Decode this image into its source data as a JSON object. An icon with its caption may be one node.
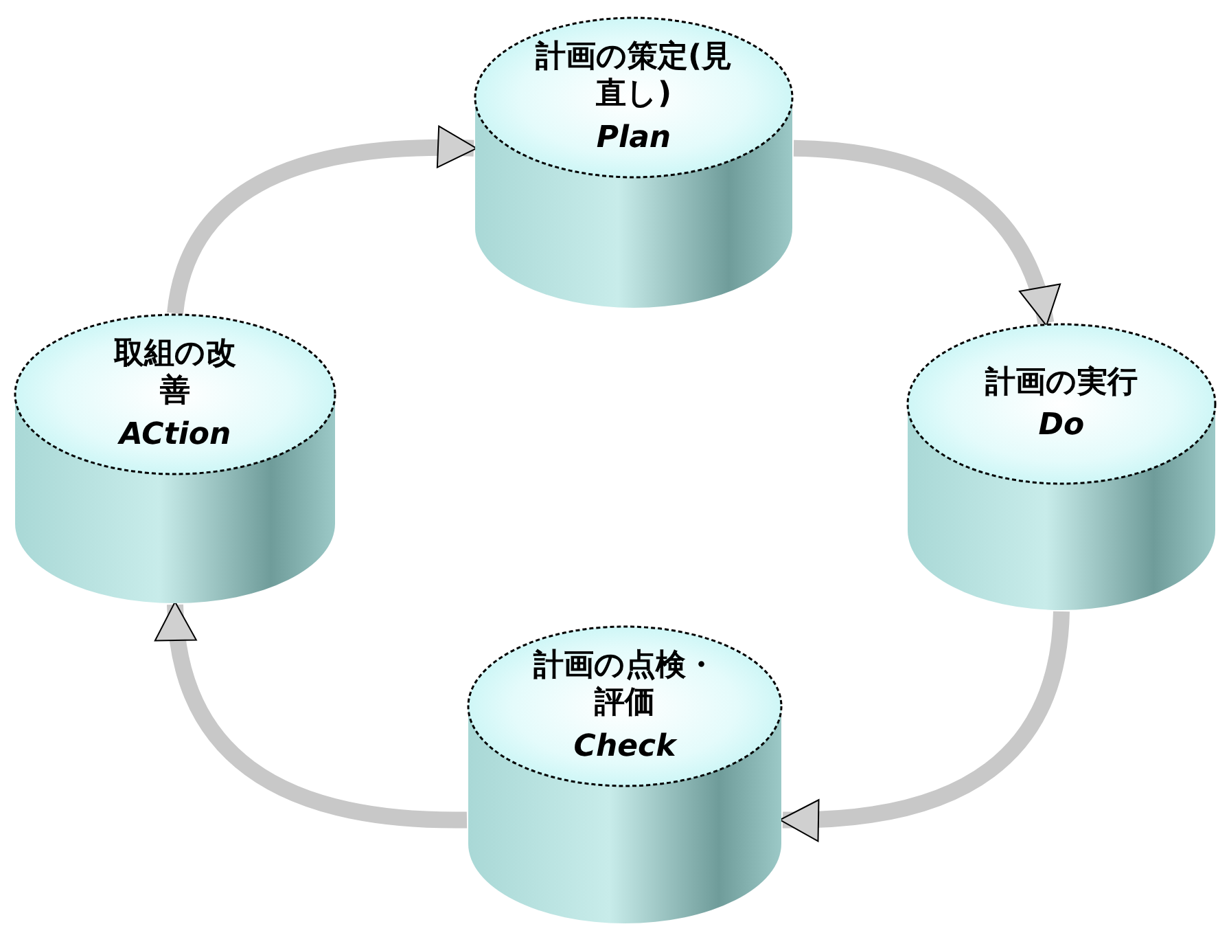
{
  "diagram": {
    "nodes": [
      {
        "text": [
          "計画の策定(見直し)",
          "Plan"
        ]
      },
      {
        "text": [
          "計画の実行",
          "Do"
        ]
      },
      {
        "text": [
          "計画の点検・評価",
          "Check"
        ]
      },
      {
        "text": [
          "取組の改善",
          "ACtion"
        ]
      }
    ],
    "edges": [
      {
        "from": 0,
        "to": 1,
        "arrow": "to"
      },
      {
        "from": 1,
        "to": 2,
        "arrow": "to"
      },
      {
        "from": 2,
        "to": 3,
        "arrow": "to"
      },
      {
        "from": 3,
        "to": 0,
        "arrow": "to"
      }
    ]
  }
}
